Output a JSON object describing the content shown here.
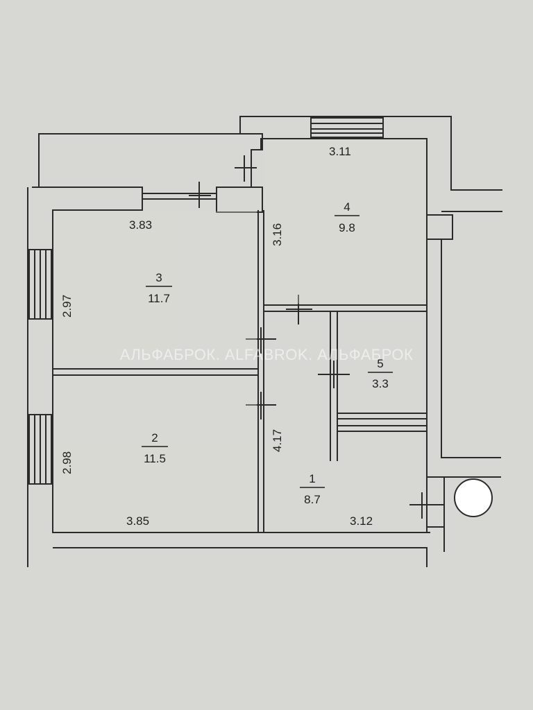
{
  "plan": {
    "rooms": [
      {
        "number": "1",
        "area": "8.7"
      },
      {
        "number": "2",
        "area": "11.5"
      },
      {
        "number": "3",
        "area": "11.7"
      },
      {
        "number": "4",
        "area": "9.8"
      },
      {
        "number": "5",
        "area": "3.3"
      }
    ],
    "dimensions": [
      "3.11",
      "3.16",
      "3.83",
      "2.97",
      "2.98",
      "3.85",
      "4.17",
      "3.12"
    ],
    "watermark": "АЛЬФАБРОК. ALFABROK. АЛЬФАБРОК"
  },
  "colors": {
    "background": "#d7d8d3",
    "line": "#2a2a2a",
    "room_fill": "#dcdcd7"
  }
}
